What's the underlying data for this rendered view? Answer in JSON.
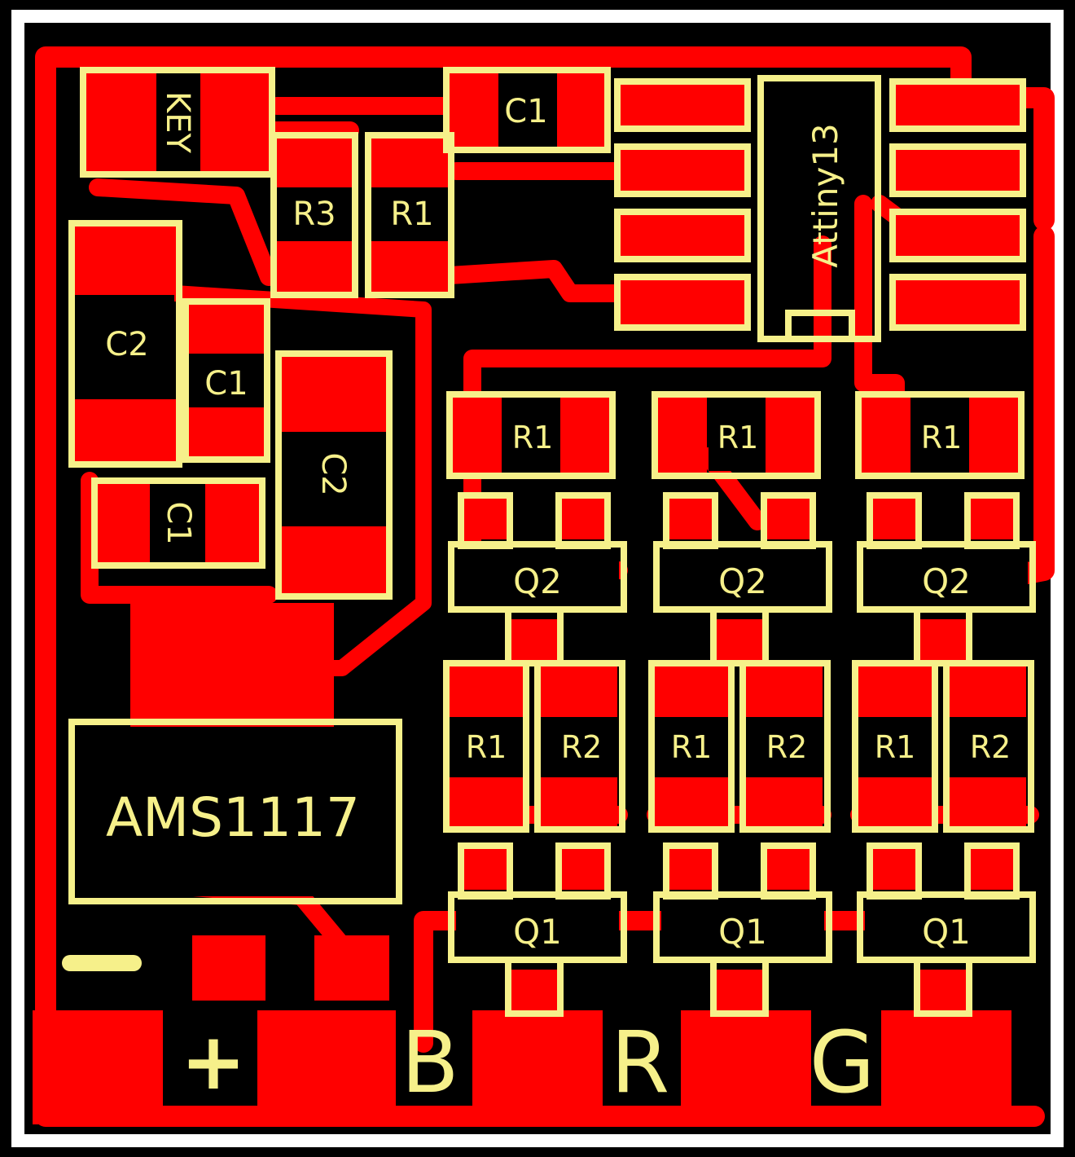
{
  "board": {
    "colors": {
      "background": "#000000",
      "copper": "#ff0000",
      "silkscreen": "#f6f08a",
      "outline": "#ffffff"
    }
  },
  "components": {
    "key": "KEY",
    "c1_top": "C1",
    "r3": "R3",
    "r1_top": "R1",
    "ic_mcu": "Attiny13",
    "c2_left": "C2",
    "c1_mid": "C1",
    "c2_mid": "C2",
    "c1_low": "C1",
    "regulator": "AMS1117",
    "channels": [
      {
        "base_res": "R1",
        "q_upper": "Q2",
        "r_a": "R1",
        "r_b": "R2",
        "q_lower": "Q1"
      },
      {
        "base_res": "R1",
        "q_upper": "Q2",
        "r_a": "R1",
        "r_b": "R2",
        "q_lower": "Q1"
      },
      {
        "base_res": "R1",
        "q_upper": "Q2",
        "r_a": "R1",
        "r_b": "R2",
        "q_lower": "Q1"
      }
    ]
  },
  "connector": {
    "minus": "−",
    "plus": "+",
    "blue": "B",
    "red": "R",
    "green": "G"
  }
}
